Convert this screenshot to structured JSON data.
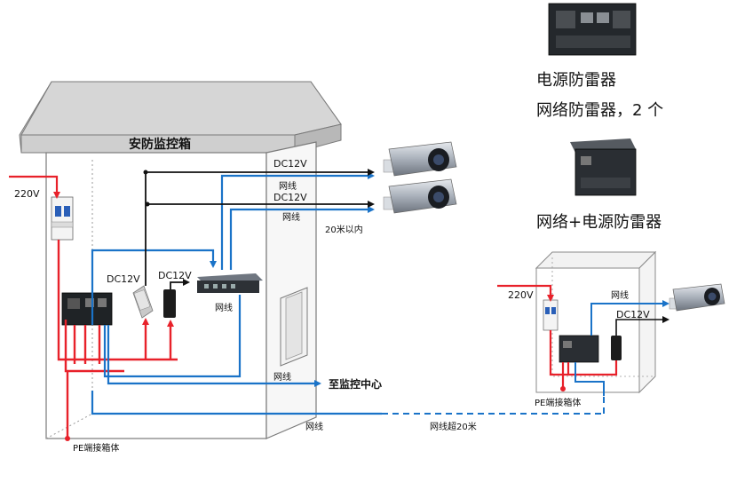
{
  "main_cabinet": {
    "title": "安防监控箱",
    "ac_input": "220V",
    "dc_label_camera": "DC12V",
    "net_label_camera1": "网线",
    "dc_label_camera2": "DC12V",
    "net_label_camera2": "网线",
    "distance_note": "20米以内",
    "dc_label_adapter": "DC12V",
    "dc_label_adapter2": "DC12V",
    "net_label_switch": "网线",
    "net_label_center": "网线",
    "to_center": "至监控中心",
    "pe_label": "PE端接箱体",
    "net_label_bottom": "网线",
    "net_over_20m": "网线超20米"
  },
  "small_cabinet": {
    "ac_input": "220V",
    "net_label": "网线",
    "dc_label": "DC12V",
    "pe_label": "PE端接箱体"
  },
  "products": {
    "dual_desc_line1": "电源防雷器",
    "dual_desc_line2": "网络防雷器，2 个",
    "combo_desc": "网络+电源防雷器"
  },
  "colors": {
    "power_line": "#e8212a",
    "network_line": "#1a73c8",
    "dc_line": "#111111",
    "cabinet_stroke": "#7a7a7a"
  }
}
